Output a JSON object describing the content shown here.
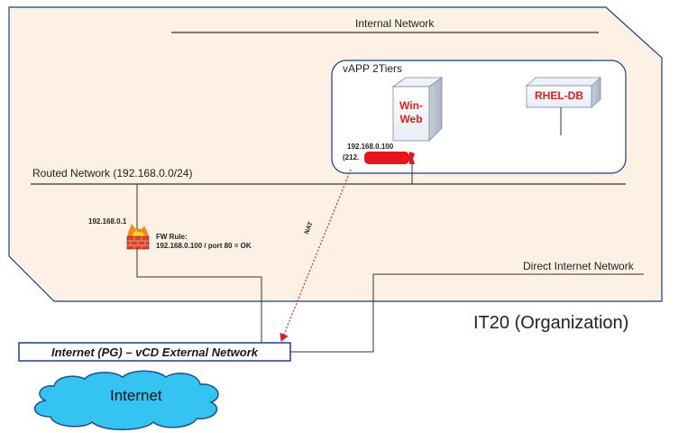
{
  "internal_network": {
    "label": "Internal Network"
  },
  "vapp": {
    "title": "vAPP 2Tiers",
    "web_server": {
      "label": "Win-\nWeb",
      "ip": "192.168.0.100",
      "public_ip": "(212."
    },
    "db_server": {
      "label": "RHEL-DB"
    }
  },
  "routed_network": {
    "label": "Routed Network (192.168.0.0/24)"
  },
  "gateway": {
    "ip": "192.168.0.1"
  },
  "firewall": {
    "rule_title": "FW Rule:",
    "rule_text": "192.168.0.100 / port 80 = OK"
  },
  "nat": {
    "label": "NAT"
  },
  "direct_network": {
    "label": "Direct Internet Network"
  },
  "organization": {
    "label": "IT20 (Organization)"
  },
  "external_network": {
    "label": "Internet (PG) – vCD External Network"
  },
  "internet": {
    "label": "Internet"
  },
  "colors": {
    "org_fill": "#fdf1e6",
    "org_border": "#1f3e86",
    "server_text": "#e0201b",
    "nat_arrow": "#d6232a",
    "cloud_fill": "#35c4f2",
    "cloud_border": "#1c4d8c",
    "redaction": "#e8141c"
  }
}
